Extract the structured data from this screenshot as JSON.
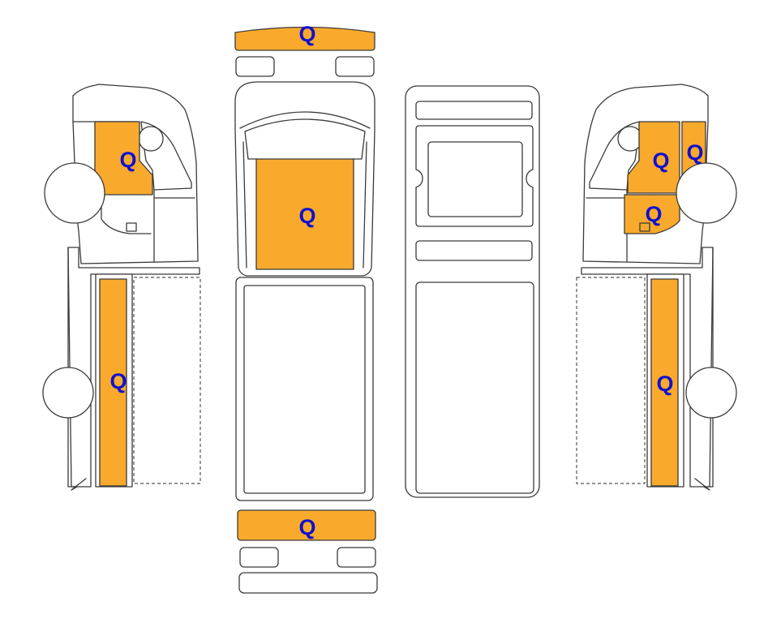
{
  "colors": {
    "zone_fill": "#F9AA2C",
    "label": "#1010D0",
    "outline": "#3A3A3A"
  },
  "zones": [
    {
      "id": "front-bumper",
      "label": "Q"
    },
    {
      "id": "rear-bumper",
      "label": "Q"
    },
    {
      "id": "roof",
      "label": "Q"
    },
    {
      "id": "left-front-door",
      "label": "Q"
    },
    {
      "id": "left-box-side",
      "label": "Q"
    },
    {
      "id": "right-door-upper",
      "label": "Q"
    },
    {
      "id": "right-door-front",
      "label": "Q"
    },
    {
      "id": "right-door-lower",
      "label": "Q"
    },
    {
      "id": "right-box-side",
      "label": "Q"
    }
  ]
}
